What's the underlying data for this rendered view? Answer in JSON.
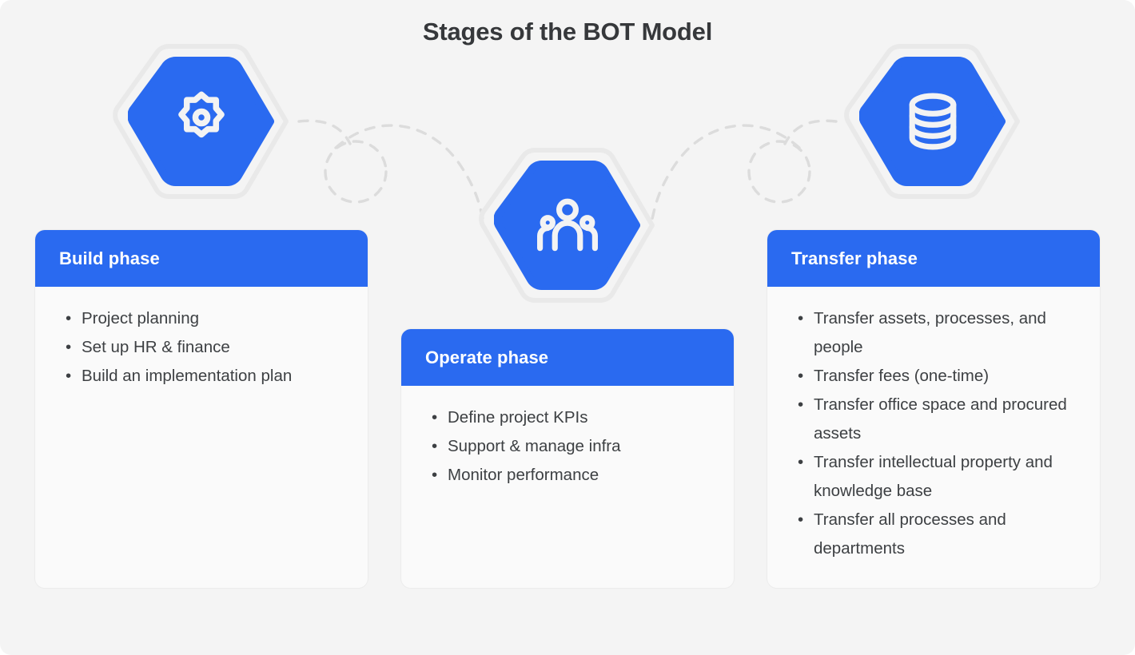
{
  "page": {
    "title": "Stages of the BOT Model",
    "background_color": "#f4f4f4",
    "accent_color": "#2a6af0",
    "title_color": "#36383b",
    "body_text_color": "#3d4043",
    "card_background": "#fafafa",
    "hex_outline_color": "#e8e8e8",
    "connector_color": "#dcdcdc"
  },
  "stages": [
    {
      "id": "build",
      "icon": "gear-icon",
      "header": "Build phase",
      "bullets": [
        "Project planning",
        "Set up HR & finance",
        "Build an implementation plan"
      ]
    },
    {
      "id": "operate",
      "icon": "people-group-icon",
      "header": "Operate phase",
      "bullets": [
        "Define project KPIs",
        "Support & manage infra",
        "Monitor performance"
      ]
    },
    {
      "id": "transfer",
      "icon": "database-icon",
      "header": "Transfer phase",
      "bullets": [
        "Transfer assets, processes, and people",
        "Transfer fees (one-time)",
        "Transfer office space and procured assets",
        "Transfer intellectual property and knowledge base",
        "Transfer all processes and departments"
      ]
    }
  ],
  "bullet_glyph": "•"
}
